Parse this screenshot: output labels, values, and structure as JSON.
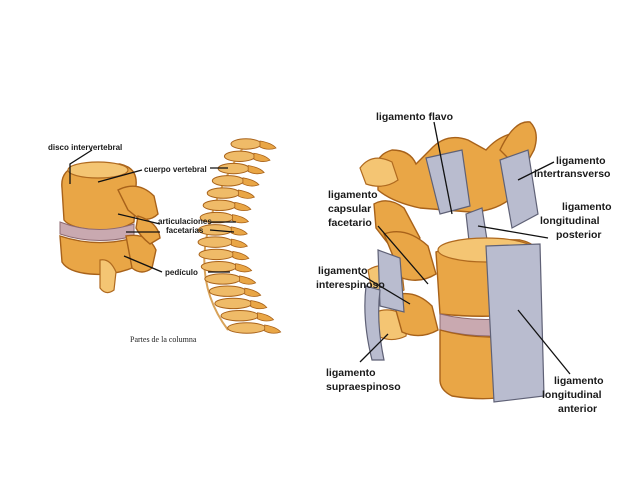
{
  "left_figure": {
    "labels": {
      "disc": "disco intervertebral",
      "body": "cuerpo vertebral",
      "facet_1": "articulaciones",
      "facet_2": "facetarias",
      "pedicle": "pedículo"
    },
    "caption": "Partes de la columna"
  },
  "right_figure": {
    "labels": {
      "flavum": "ligamento flavo",
      "intertrans_1": "ligamento",
      "intertrans_2": "intertransverso",
      "capsular_1": "ligamento",
      "capsular_2": "capsular",
      "capsular_3": "facetario",
      "post_long_1": "ligamento",
      "post_long_2": "longitudinal",
      "post_long_3": "posterior",
      "interspinous_1": "ligamento",
      "interspinous_2": "interespinoso",
      "supraspinous_1": "ligamento",
      "supraspinous_2": "supraespinoso",
      "ant_long_1": "ligamento",
      "ant_long_2": "longitudinal",
      "ant_long_3": "anterior"
    }
  },
  "colors": {
    "bone": "#e9a646",
    "disc": "#c9a9b0",
    "ligament": "#b9bccf",
    "background": "#ffffff"
  }
}
